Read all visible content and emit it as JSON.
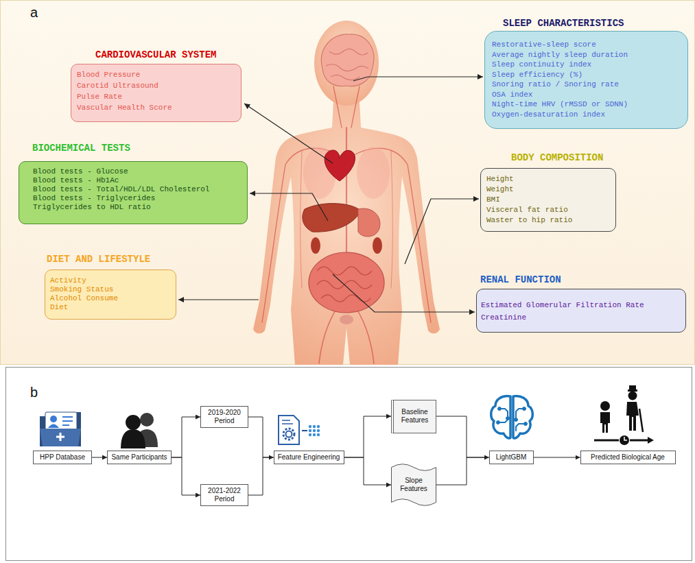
{
  "diagram": {
    "nodes": [
      {
        "text": [
          "CARDIOVASCULAR SYSTEM",
          "Blood Pressure",
          "Carotid Ultrasound",
          "Pulse Rate",
          "Vascular Health Score"
        ]
      },
      {
        "text": [
          "SLEEP CHARACTERISTICS",
          "Restorative-sleep score",
          "Average nightly sleep duration",
          "Sleep continuity index",
          "Sleep efficiency (%)",
          "Snoring ratio / Snoring rate",
          "OSA index",
          "Night-time HRV (rMSSD or SDNN)",
          "Oxygen-desaturation index"
        ]
      },
      {
        "text": [
          "BIOCHEMICAL TESTS",
          "Blood tests - Glucose",
          "Blood tests - Hb1Ac",
          "Blood tests - Total/HDL/LDL Cholesterol",
          "Blood tests - Triglycerides",
          "Triglycerides to HDL ratio"
        ]
      },
      {
        "text": [
          "BODY COMPOSITION",
          "Height",
          "Weight",
          "BMI",
          "Visceral fat ratio",
          "Waster to hip ratio"
        ]
      },
      {
        "text": [
          "DIET AND LIFESTYLE",
          "Activity",
          "Smoking Status",
          "Alcohol Consume",
          "Diet"
        ]
      },
      {
        "text": [
          "RENAL FUNCTION",
          "Estimated Glomerular Filtration Rate",
          "Creatinine"
        ]
      },
      {
        "text": [
          "HPP Database"
        ]
      },
      {
        "text": [
          "Same Participants"
        ]
      },
      {
        "text": [
          "2019-2020 Period"
        ]
      },
      {
        "text": [
          "2021-2022 Period"
        ]
      },
      {
        "text": [
          "Feature Engineering"
        ]
      },
      {
        "text": [
          "Baseline Features"
        ]
      },
      {
        "text": [
          "Slope Features"
        ]
      },
      {
        "text": [
          "LightGBM"
        ]
      },
      {
        "text": [
          "Predicted Biological Age"
        ]
      }
    ],
    "edges": [
      {
        "from": 6,
        "to": 7,
        "arrow": "to"
      },
      {
        "from": 7,
        "to": 8,
        "arrow": "to"
      },
      {
        "from": 7,
        "to": 9,
        "arrow": "to"
      },
      {
        "from": 8,
        "to": 10,
        "arrow": "to"
      },
      {
        "from": 9,
        "to": 10,
        "arrow": "to"
      },
      {
        "from": 10,
        "to": 11,
        "arrow": "to"
      },
      {
        "from": 10,
        "to": 12,
        "arrow": "to"
      },
      {
        "from": 11,
        "to": 13,
        "arrow": "to"
      },
      {
        "from": 12,
        "to": 13,
        "arrow": "to"
      },
      {
        "from": 13,
        "to": 14,
        "arrow": "to"
      }
    ],
    "labels": [
      "a",
      "b"
    ]
  }
}
